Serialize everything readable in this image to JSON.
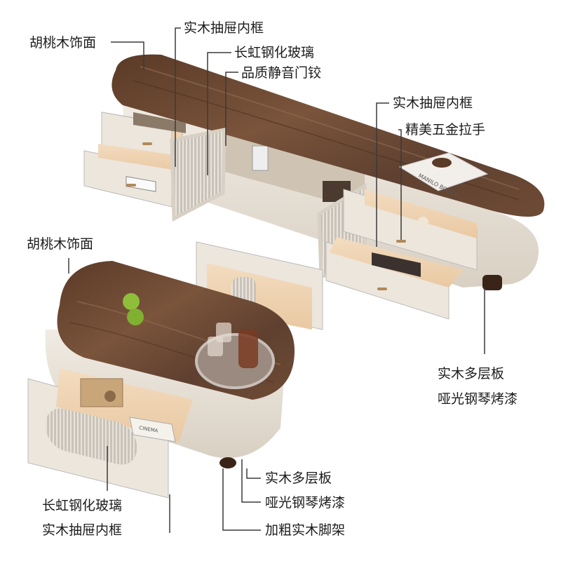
{
  "labels": {
    "tv_walnut": "胡桃木饰面",
    "tv_drawer_frame_left": "实木抽屉内框",
    "tv_glass": "长虹钢化玻璃",
    "tv_hinge": "品质静音门铰",
    "tv_drawer_frame_right": "实木抽屉内框",
    "tv_handle": "精美五金拉手",
    "tv_plywood": "实木多层板",
    "tv_paint": "哑光钢琴烤漆",
    "table_walnut": "胡桃木饰面",
    "table_glass": "长虹钢化玻璃",
    "table_drawer_frame": "实木抽屉内框",
    "table_plywood": "实木多层板",
    "table_paint": "哑光钢琴烤漆",
    "table_legs": "加粗实木脚架"
  },
  "props": {
    "book_tv_text": "MANILO BOOKS",
    "book_table_text": "CINEMA"
  },
  "colors": {
    "walnut": "#6b4a34",
    "cream": "#e9e2d8",
    "leader": "#3a3a3a"
  }
}
